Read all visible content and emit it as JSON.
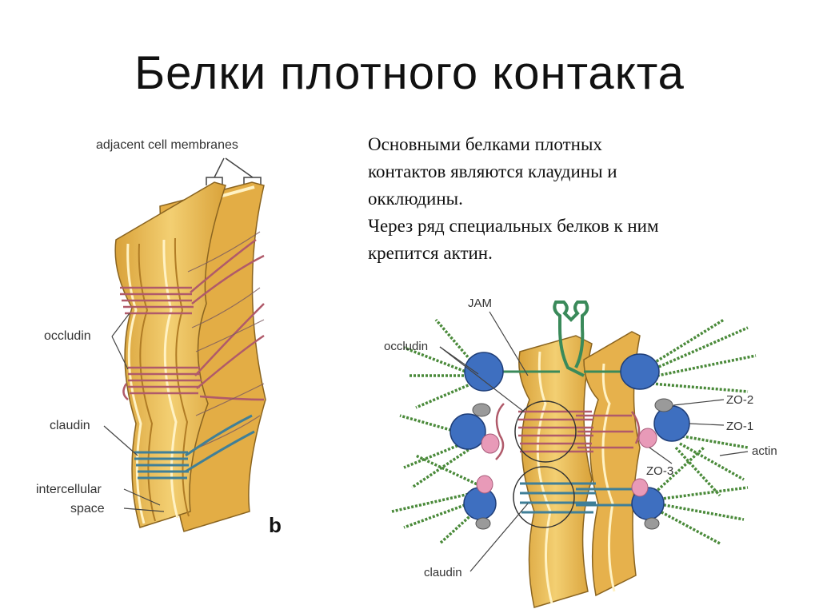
{
  "slide": {
    "title": "Белки плотного контакта",
    "text_lines": [
      "Основными белками плотных",
      "контактов являются клаудины и",
      "окклюдины.",
      "Через ряд специальных белков к ним",
      "крепится актин."
    ]
  },
  "figure_left": {
    "labels": {
      "membranes": "adjacent cell membranes",
      "occludin": "occludin",
      "claudin": "claudin",
      "intercellular_1": "intercellular",
      "intercellular_2": "space",
      "panel_letter": "b"
    }
  },
  "figure_right": {
    "labels": {
      "jam": "JAM",
      "occludin": "occludin",
      "zo2": "ZO-2",
      "zo1": "ZO-1",
      "actin": "actin",
      "zo3": "ZO-3",
      "claudin": "claudin"
    }
  },
  "colors": {
    "membrane": "#e8b84a",
    "membrane_light": "#f7dc8a",
    "occludin_strand": "#b05a6a",
    "claudin_strand": "#3f7f98",
    "actin": "#4a8a3a",
    "zo_protein": "#3e6fc0",
    "zo3_protein": "#e89ab8",
    "zo2_protein": "#9a9a9a"
  }
}
